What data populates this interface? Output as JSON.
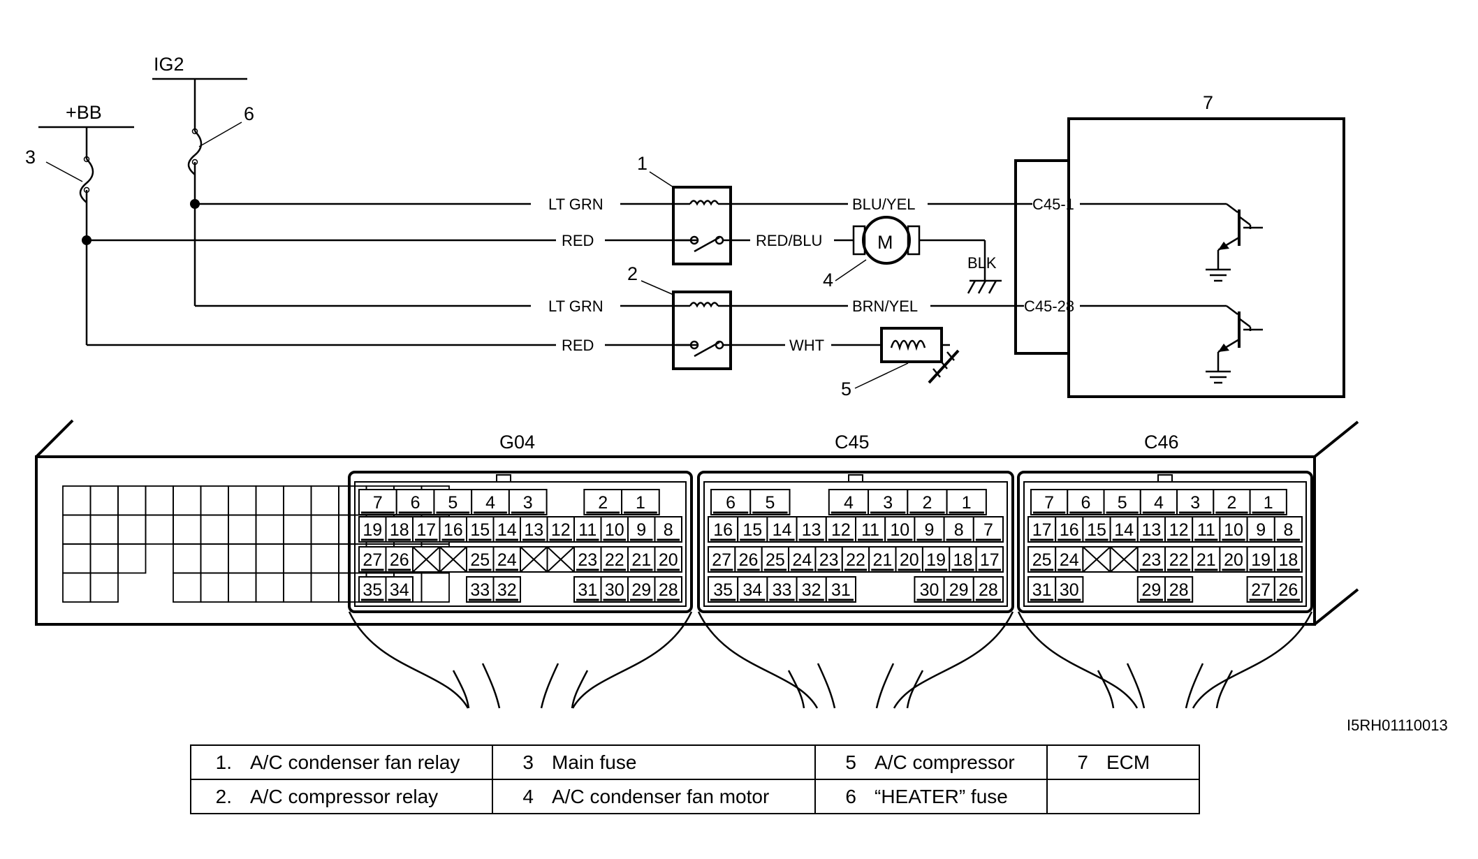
{
  "figure_id": "I5RH01110013",
  "power": {
    "bb": "+BB",
    "ig2": "IG2"
  },
  "callouts": {
    "c1": "1",
    "c2": "2",
    "c3": "3",
    "c4": "4",
    "c5": "5",
    "c6": "6",
    "c7": "7"
  },
  "wires": {
    "lt_grn_1": "LT GRN",
    "red_1": "RED",
    "lt_grn_2": "LT GRN",
    "red_2": "RED",
    "blu_yel": "BLU/YEL",
    "red_blu": "RED/BLU",
    "brn_yel": "BRN/YEL",
    "wht": "WHT",
    "blk": "BLK"
  },
  "motor_symbol": "M",
  "ecm_terminals": {
    "t1": "C45-1",
    "t2": "C45-28"
  },
  "connectors": [
    {
      "name": "G04",
      "rows": [
        [
          "7",
          "6",
          "5",
          "4",
          "3",
          "",
          "2",
          "1"
        ],
        [
          "19",
          "18",
          "17",
          "16",
          "15",
          "14",
          "13",
          "12",
          "11",
          "10",
          "9",
          "8"
        ],
        [
          "27",
          "26",
          "X",
          "X",
          "25",
          "24",
          "X",
          "X",
          "23",
          "22",
          "21",
          "20"
        ],
        [
          "35",
          "34",
          "",
          "",
          "33",
          "32",
          "",
          "",
          "31",
          "30",
          "29",
          "28"
        ]
      ]
    },
    {
      "name": "C45",
      "rows": [
        [
          "6",
          "5",
          "",
          "4",
          "3",
          "2",
          "1"
        ],
        [
          "16",
          "15",
          "14",
          "13",
          "12",
          "11",
          "10",
          "9",
          "8",
          "7"
        ],
        [
          "27",
          "26",
          "25",
          "24",
          "23",
          "22",
          "21",
          "20",
          "19",
          "18",
          "17"
        ],
        [
          "35",
          "34",
          "33",
          "32",
          "31",
          "",
          "",
          "30",
          "29",
          "28"
        ]
      ]
    },
    {
      "name": "C46",
      "rows": [
        [
          "7",
          "6",
          "5",
          "4",
          "3",
          "2",
          "1"
        ],
        [
          "17",
          "16",
          "15",
          "14",
          "13",
          "12",
          "11",
          "10",
          "9",
          "8"
        ],
        [
          "25",
          "24",
          "X",
          "X",
          "23",
          "22",
          "21",
          "20",
          "19",
          "18"
        ],
        [
          "31",
          "30",
          "",
          "",
          "29",
          "28",
          "",
          "",
          "27",
          "26"
        ]
      ]
    }
  ],
  "legend": [
    [
      {
        "num": "1.",
        "text": "A/C condenser fan relay"
      },
      {
        "num": "3",
        "text": "Main fuse"
      },
      {
        "num": "5",
        "text": "A/C compressor"
      },
      {
        "num": "7",
        "text": "ECM"
      }
    ],
    [
      {
        "num": "2.",
        "text": "A/C compressor relay"
      },
      {
        "num": "4",
        "text": "A/C condenser fan motor"
      },
      {
        "num": "6",
        "text": "“HEATER” fuse"
      },
      {
        "num": "",
        "text": ""
      }
    ]
  ]
}
